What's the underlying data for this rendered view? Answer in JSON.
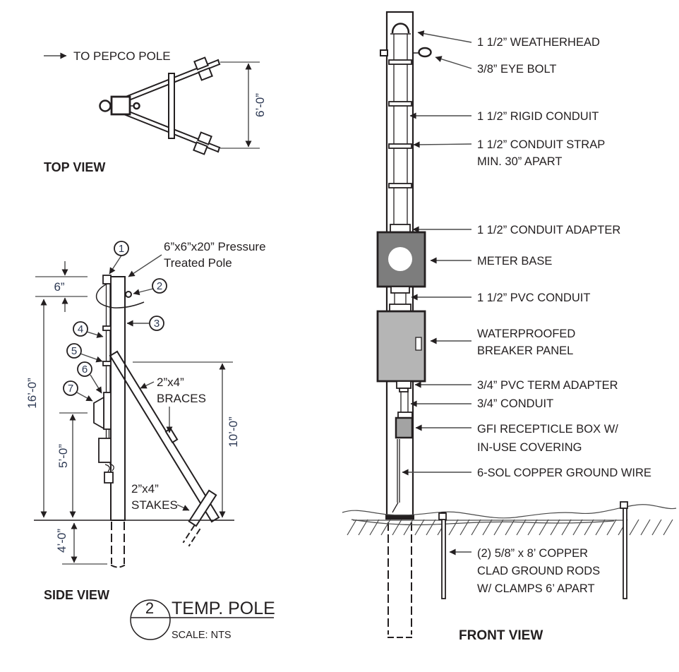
{
  "top": {
    "title": "TOP VIEW",
    "pepco_label": "TO PEPCO POLE",
    "dim_width": "6’-0”"
  },
  "side": {
    "title": "SIDE VIEW",
    "pole_note_line1": "6”x6”x20” Pressure",
    "pole_note_line2": "Treated Pole",
    "braces_line1": "2”x4”",
    "braces_line2": "BRACES",
    "stakes_line1": "2”x4”",
    "stakes_line2": "STAKES",
    "dim_top_offset": "6”",
    "dim_pole_height": "16’-0”",
    "dim_brace_height": "10’-0”",
    "dim_meter_height": "5’-0”",
    "dim_buried_depth": "4’-0”",
    "callouts": {
      "c1": "1",
      "c2": "2",
      "c3": "3",
      "c4": "4",
      "c5": "5",
      "c6": "6",
      "c7": "7"
    }
  },
  "front": {
    "title": "FRONT VIEW",
    "labels": {
      "weatherhead": "1 1/2” WEATHERHEAD",
      "eye_bolt": "3/8” EYE BOLT",
      "rigid_conduit": "1 1/2” RIGID CONDUIT",
      "conduit_strap_line1": "1 1/2” CONDUIT STRAP",
      "conduit_strap_line2": "MIN. 30” APART",
      "conduit_adapter": "1 1/2” CONDUIT ADAPTER",
      "meter_base": "METER BASE",
      "pvc_conduit": "1 1/2” PVC CONDUIT",
      "breaker_line1": "WATERPROOFED",
      "breaker_line2": "BREAKER PANEL",
      "term_adapter": "3/4” PVC TERM ADAPTER",
      "conduit_34": "3/4” CONDUIT",
      "gfi_line1": "GFI RECEPTICLE BOX W/",
      "gfi_line2": "IN-USE COVERING",
      "ground_wire": "6-SOL COPPER GROUND WIRE",
      "ground_rods_line1": "(2) 5/8” x 8’ COPPER",
      "ground_rods_line2": "CLAD GROUND RODS",
      "ground_rods_line3": "W/ CLAMPS 6’ APART"
    }
  },
  "title_block": {
    "detail_number": "2",
    "drawing_title": "TEMP. POLE",
    "scale_label": "SCALE:  NTS"
  },
  "colors": {
    "line": "#231f20",
    "leader": "#4a4a4a",
    "dimension_text": "#2e3a54",
    "meter_base_fill": "#7d7d7d",
    "breaker_panel_fill": "#b5b5b5",
    "gfi_box_fill": "#a3a3a3",
    "background": "#ffffff"
  }
}
